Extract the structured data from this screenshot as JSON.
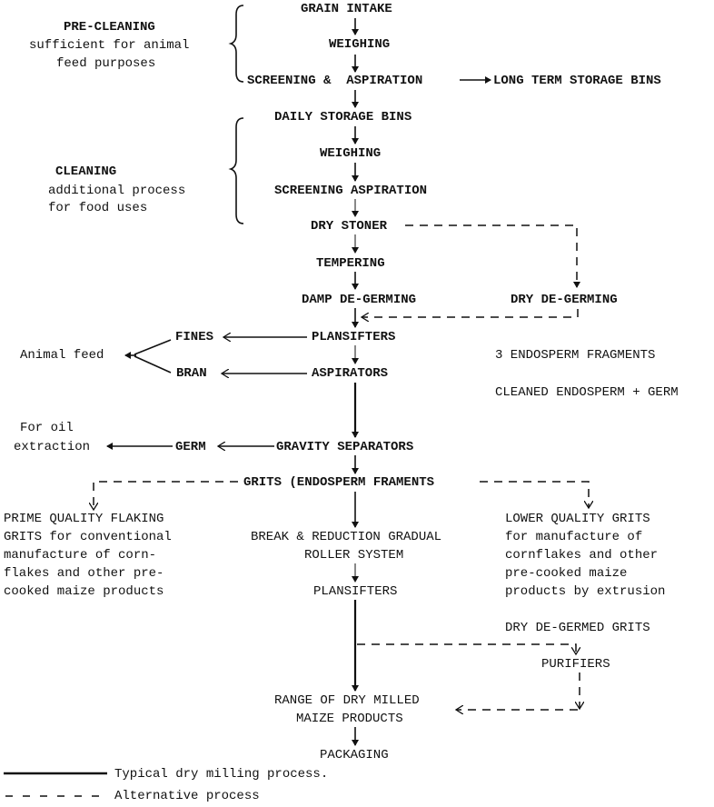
{
  "diagram": {
    "title": "Maize dry milling process flow",
    "colors": {
      "ink": "#111111",
      "background": "#ffffff"
    },
    "side_notes": {
      "pre_cleaning": {
        "title": "PRE-CLEANING",
        "line1": "sufficient for animal",
        "line2": "feed purposes"
      },
      "cleaning": {
        "title": "CLEANING",
        "line1": "additional process",
        "line2": "for food uses"
      }
    },
    "nodes": {
      "grain_intake": "GRAIN INTAKE",
      "weighing_1": "WEIGHING",
      "screening_aspiration_1": "SCREENING &  ASPIRATION",
      "long_term_storage": "LONG TERM STORAGE BINS",
      "daily_storage": "DAILY STORAGE BINS",
      "weighing_2": "WEIGHING",
      "screening_aspiration_2": "SCREENING ASPIRATION",
      "dry_stoner": "DRY STONER",
      "tempering": "TEMPERING",
      "damp_degerming": "DAMP DE-GERMING",
      "dry_degerming": "DRY DE-GERMING",
      "plansifters_1": "PLANSIFTERS",
      "fines": "FINES",
      "bran": "BRAN",
      "animal_feed": "Animal feed",
      "aspirators": "ASPIRATORS",
      "endosperm_fragments": "3 ENDOSPERM FRAGMENTS",
      "cleaned_endosperm": "CLEANED ENDOSPERM + GERM",
      "for_oil_1": "For oil",
      "for_oil_2": "extraction",
      "germ": "GERM",
      "gravity_separators": "GRAVITY SEPARATORS",
      "grits": "GRITS (ENDOSPERM FRAMENTS",
      "prime_quality": [
        "PRIME QUALITY FLAKING",
        "GRITS for conventional",
        "manufacture of corn-",
        "flakes and other pre-",
        "cooked maize products"
      ],
      "break_reduction": [
        "BREAK & REDUCTION GRADUAL",
        "ROLLER SYSTEM"
      ],
      "lower_quality": [
        "LOWER QUALITY GRITS",
        "for manufacture of",
        "cornflakes and other",
        "pre-cooked maize",
        "products by extrusion"
      ],
      "plansifters_2": "PLANSIFTERS",
      "dry_degermed_grits": "DRY DE-GERMED GRITS",
      "purifiers": "PURIFIERS",
      "range_products": [
        "RANGE OF DRY MILLED",
        "MAIZE PRODUCTS"
      ],
      "packaging": "PACKAGING"
    },
    "legend": {
      "solid": "Typical dry milling process.",
      "dashed": "Alternative process"
    }
  }
}
